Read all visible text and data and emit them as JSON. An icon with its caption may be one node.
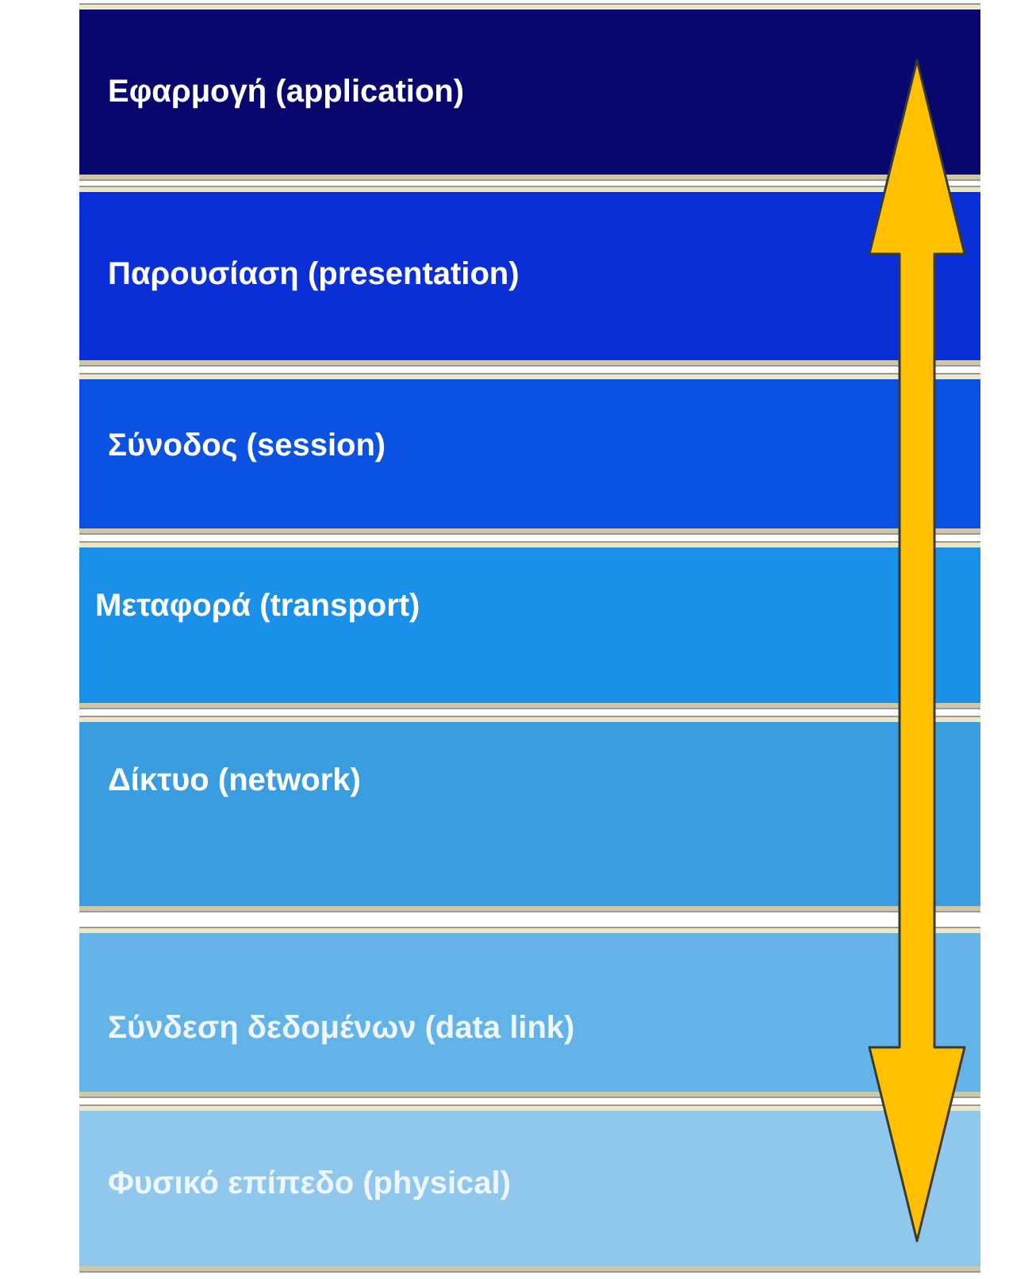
{
  "diagram": {
    "nodes": [
      {
        "text": [
          "Εφαρμογή (application)"
        ]
      },
      {
        "text": [
          "Παρουσίαση (presentation)"
        ]
      },
      {
        "text": [
          "Σύνοδος (session)"
        ]
      },
      {
        "text": [
          "Μεταφορά (transport)"
        ]
      },
      {
        "text": [
          "Δίκτυο (network)"
        ]
      },
      {
        "text": [
          "Σύνδεση δεδομένων (data link)"
        ]
      },
      {
        "text": [
          "Φυσικό επίπεδο (physical)"
        ]
      }
    ],
    "edges": [
      {
        "from": 0,
        "to": 6,
        "arrow": "both"
      }
    ]
  }
}
